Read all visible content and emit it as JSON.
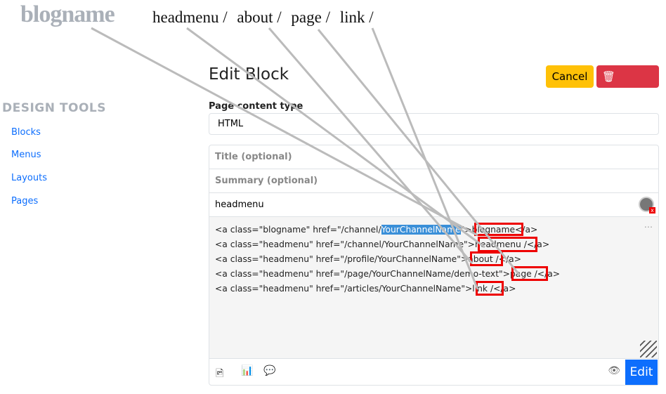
{
  "header": {
    "blogname": "blogname",
    "menu": [
      "headmenu /",
      "about /",
      "page /",
      "link /"
    ]
  },
  "sidebar": {
    "title": "DESIGN TOOLS",
    "items": [
      {
        "label": "Blocks"
      },
      {
        "label": "Menus"
      },
      {
        "label": "Layouts"
      },
      {
        "label": "Pages"
      }
    ]
  },
  "main": {
    "title": "Edit Block",
    "cancel_label": "Cancel",
    "delete_label": "Delete",
    "content_type_label": "Page content type",
    "content_type_value": "HTML",
    "title_placeholder": "Title (optional)",
    "summary_placeholder": "Summary (optional)",
    "name_value": "headmenu",
    "code": [
      {
        "pre": "<a class=\"blogname\" href=\"/channel/",
        "hl": "YourChannelName",
        "post": "\">blogname</a>"
      },
      {
        "pre": "<a class=\"headmenu\" href=\"/channel/YourChannelName\">headmenu /</a>"
      },
      {
        "pre": "<a class=\"headmenu\" href=\"/profile/YourChannelName\">about /</a>"
      },
      {
        "pre": "<a class=\"headmenu\" href=\"/page/YourChannelName/demo-text\">page /</a>"
      },
      {
        "pre": "<a class=\"headmenu\" href=\"/articles/YourChannelName\">link /</a>"
      }
    ],
    "edit_label": "Edit"
  }
}
